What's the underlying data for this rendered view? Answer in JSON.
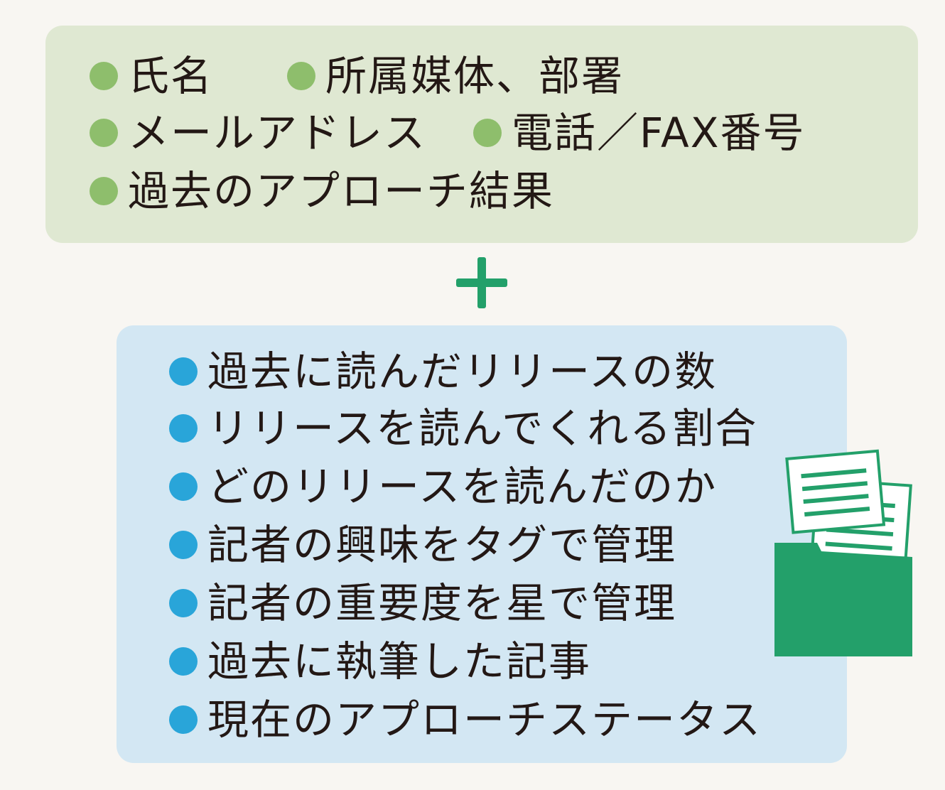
{
  "contact_info": {
    "items": [
      "氏名",
      "所属媒体、部署",
      "メールアドレス",
      "電話／FAX番号",
      "過去のアプローチ結果"
    ]
  },
  "plus_icon": "plus-icon",
  "tracking_info": {
    "items": [
      "過去に読んだリリースの数",
      "リリースを読んでくれる割合",
      "どのリリースを読んだのか",
      "記者の興味をタグで管理",
      "記者の重要度を星で管理",
      "過去に執筆した記事",
      "現在のアプローチステータス"
    ]
  },
  "decoration_icon": "document-folder-icon",
  "colors": {
    "background": "#f8f6f2",
    "green_panel": "#dfe8d2",
    "blue_panel": "#d3e7f3",
    "green_bullet": "#8ebe6c",
    "blue_bullet": "#29a5d9",
    "accent_green": "#23a06a",
    "text": "#231815"
  }
}
